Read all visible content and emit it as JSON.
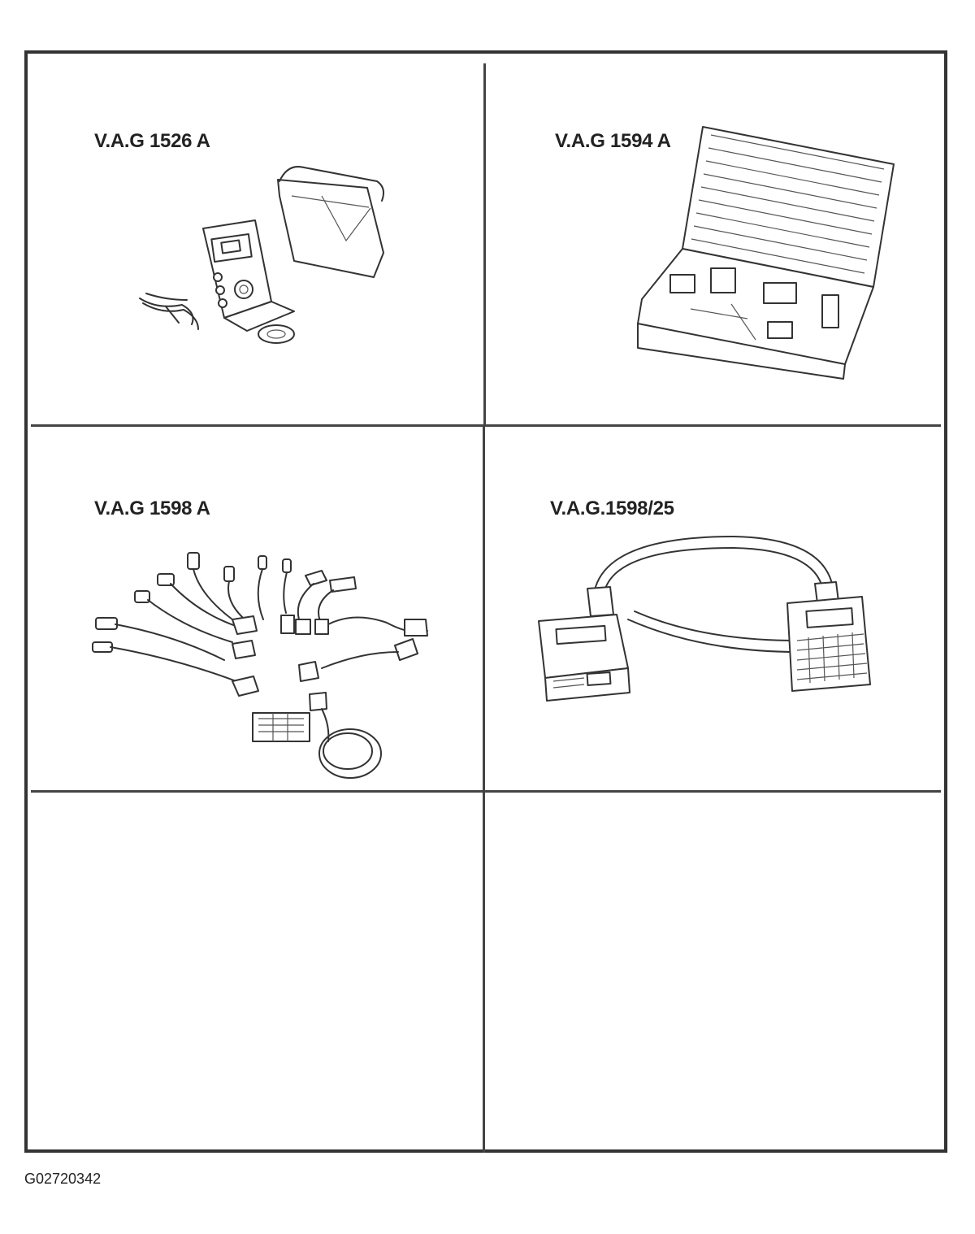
{
  "cells": [
    {
      "label": "V.A.G 1526 A",
      "illustration": "multimeter-with-case"
    },
    {
      "label": "V.A.G 1594 A",
      "illustration": "adapter-set-case"
    },
    {
      "label": "V.A.G 1598 A",
      "illustration": "adapter-cable-set"
    },
    {
      "label": "V.A.G.1598/25",
      "illustration": "connector-cable"
    },
    {
      "label": "",
      "illustration": ""
    },
    {
      "label": "",
      "illustration": ""
    }
  ],
  "figure_id": "G02720342"
}
